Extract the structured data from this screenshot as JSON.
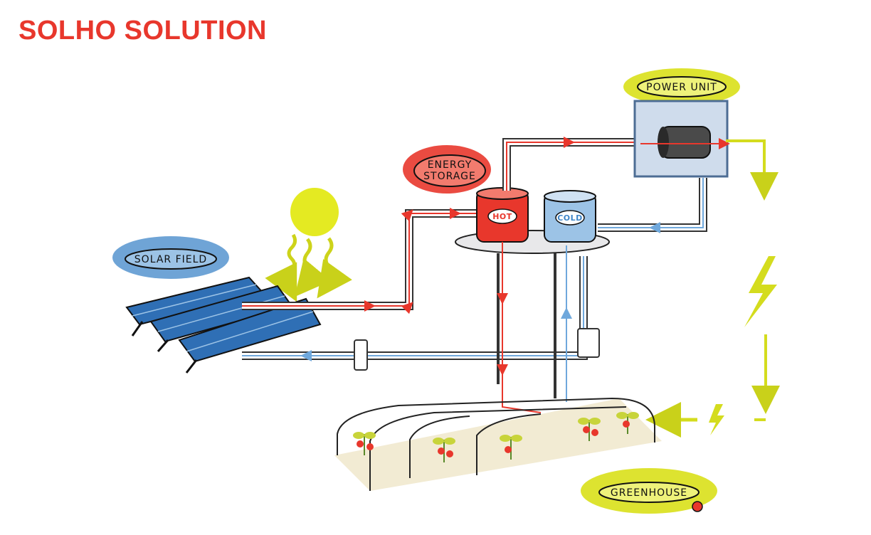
{
  "title": "SOLHO SOLUTION",
  "labels": {
    "solar_field": "SOLAR FIELD",
    "energy_storage_line1": "ENERGY",
    "energy_storage_line2": "STORAGE",
    "power_unit": "POWER UNIT",
    "greenhouse": "GREENHOUSE",
    "hot_tank": "HOT",
    "cold_tank": "COLD"
  },
  "colors": {
    "title": "#e8372c",
    "hot_flow": "#e8372c",
    "cold_flow": "#6fa8dc",
    "electric": "#d4dc1e",
    "solar_label_bg": "#3f86c8",
    "storage_label_bg": "#e8372c",
    "power_label_bg": "#d9e01a",
    "greenhouse_label_bg": "#d9e01a",
    "sun": "#e4ea22",
    "panel": "#2f6fb5"
  },
  "icons": [
    "sun-icon",
    "solar-panel-icon",
    "turbine-icon",
    "lightning-icon",
    "plant-icon",
    "tomato-icon"
  ]
}
